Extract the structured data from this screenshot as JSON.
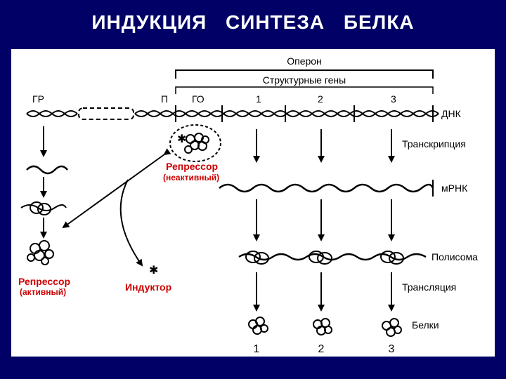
{
  "title": "ИНДУКЦИЯ   СИНТЕЗА   БЕЛКА",
  "diagram": {
    "operon": "Оперон",
    "structural_genes": "Структурные гены",
    "regulator_gene": "ГР",
    "promoter": "П",
    "operator": "ГО",
    "gene_1": "1",
    "gene_2": "2",
    "gene_3": "3",
    "dna": "ДНК",
    "transcription": "Транскрипция",
    "mrna": "мРНК",
    "polysome": "Полисома",
    "translation": "Трансляция",
    "proteins": "Белки",
    "protein_1": "1",
    "protein_2": "2",
    "protein_3": "3",
    "repressor_inactive": "Репрессор",
    "repressor_inactive_note": "(неактивный)",
    "repressor_active": "Репрессор",
    "repressor_active_note": "(активный)",
    "inductor": "Индуктор"
  }
}
